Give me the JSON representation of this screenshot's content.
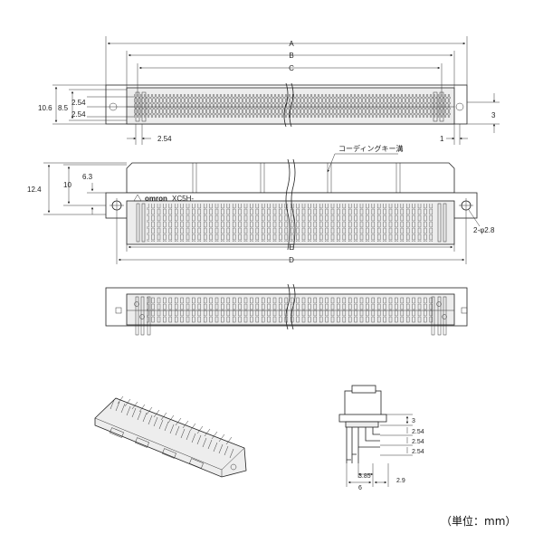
{
  "dims": {
    "A": "A",
    "B": "B",
    "C": "C",
    "D": "D",
    "E": "E",
    "h_10_6": "10.6",
    "h_8_5": "8.5",
    "pitch_a": "2.54",
    "pitch_b": "2.54",
    "row_pitch": "2.54",
    "edge_1": "1",
    "edge_3": "3",
    "h_12_4": "12.4",
    "h_10": "10",
    "h_6_3": "6.3",
    "hole": "2-φ2.8",
    "side_3": "3",
    "side_254_a": "2.54",
    "side_254_b": "2.54",
    "side_254_c": "2.54",
    "side_385": "3.85",
    "side_6": "6",
    "side_2_9": "2.9"
  },
  "labels": {
    "coding_groove": "コーディングキー溝",
    "brand": "omron",
    "model": "XC5H-",
    "unit": "（単位：mm）"
  }
}
